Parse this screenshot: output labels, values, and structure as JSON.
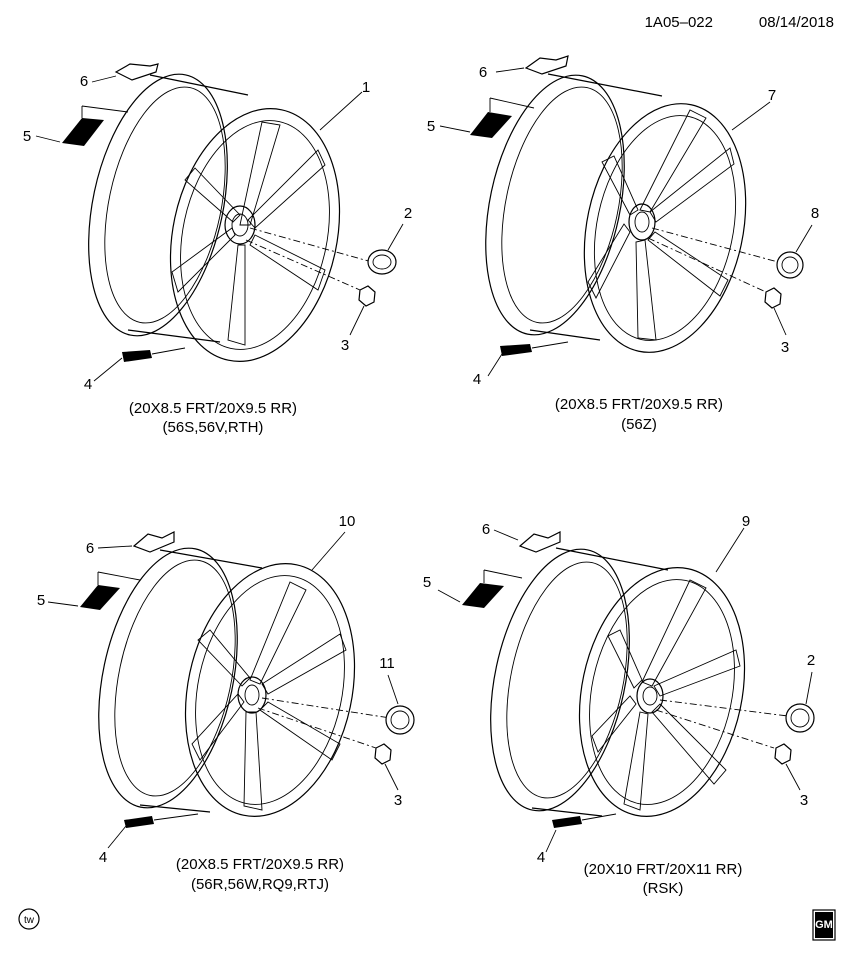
{
  "header": {
    "code": "1A05–022",
    "date": "08/14/2018"
  },
  "panels": [
    {
      "id": "top-left",
      "callouts": {
        "wheel": "1",
        "cap": "2",
        "nut": "3",
        "valve": "4",
        "decal": "5",
        "weight": "6"
      },
      "caption": [
        "(20X8.5 FRT/20X9.5 RR)",
        "(56S,56V,RTH)"
      ]
    },
    {
      "id": "top-right",
      "callouts": {
        "wheel": "7",
        "cap": "8",
        "nut": "3",
        "valve": "4",
        "decal": "5",
        "weight": "6"
      },
      "caption": [
        "(20X8.5 FRT/20X9.5 RR)",
        "(56Z)"
      ]
    },
    {
      "id": "bottom-left",
      "callouts": {
        "wheel": "10",
        "cap": "11",
        "nut": "3",
        "valve": "4",
        "decal": "5",
        "weight": "6"
      },
      "caption": [
        "(20X8.5 FRT/20X9.5 RR)",
        "(56R,56W,RQ9,RTJ)"
      ]
    },
    {
      "id": "bottom-right",
      "callouts": {
        "wheel": "9",
        "cap": "2",
        "nut": "3",
        "valve": "4",
        "decal": "5",
        "weight": "6"
      },
      "caption": [
        "(20X10 FRT/20X11 RR)",
        "(RSK)"
      ]
    }
  ],
  "footer": {
    "tw_mark": "tw",
    "logo_text": "GM"
  },
  "colors": {
    "line": "#000000",
    "background": "#ffffff"
  }
}
